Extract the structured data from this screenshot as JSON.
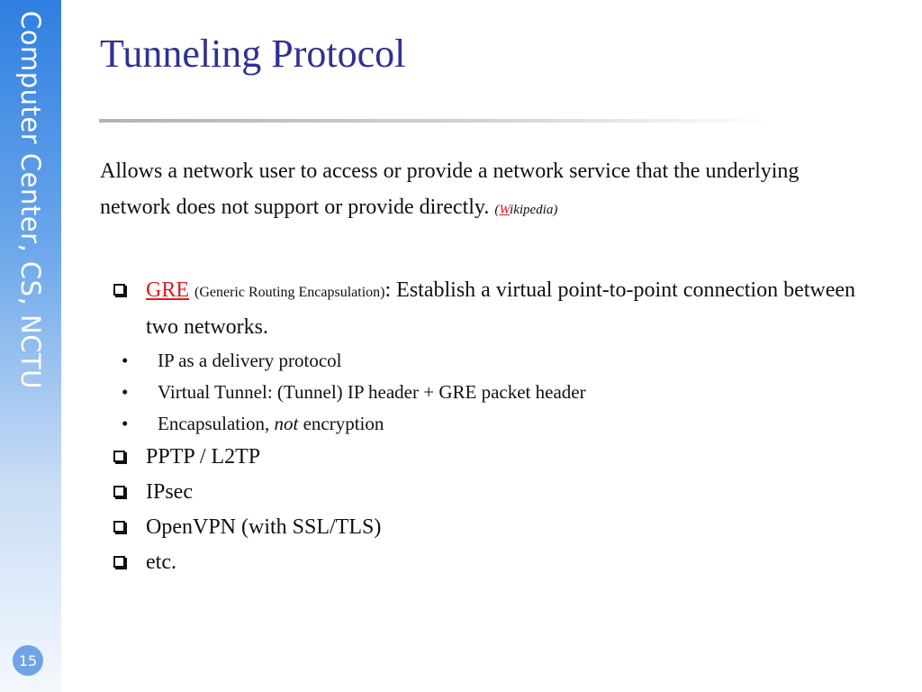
{
  "sidebar": {
    "title": "Computer Center, CS, NCTU",
    "page_number": "15"
  },
  "slide": {
    "title": "Tunneling Protocol",
    "intro": {
      "text": "Allows a network user to access or provide a network service that the underlying network does not support or provide directly.",
      "cite_open": "(",
      "cite_w": "W",
      "cite_rest": "ikipedia)"
    },
    "gre": {
      "label": "GRE",
      "expansion": "(Generic Routing Encapsulation)",
      "description": ": Establish a virtual point-to-point connection between two networks.",
      "bullet_symbol": "•",
      "subitems": [
        {
          "pre": "IP as a delivery protocol",
          "em": "",
          "post": ""
        },
        {
          "pre": "Virtual Tunnel: (Tunnel) IP header + GRE packet header",
          "em": "",
          "post": ""
        },
        {
          "pre": "Encapsulation, ",
          "em": "not",
          "post": " encryption"
        }
      ]
    },
    "items": [
      "PPTP / L2TP",
      "IPsec",
      "OpenVPN (with SSL/TLS)",
      "etc."
    ]
  },
  "colors": {
    "title": "#2e3192",
    "link": "#e01b1b",
    "sidebar_top": "#2f7fe0"
  }
}
